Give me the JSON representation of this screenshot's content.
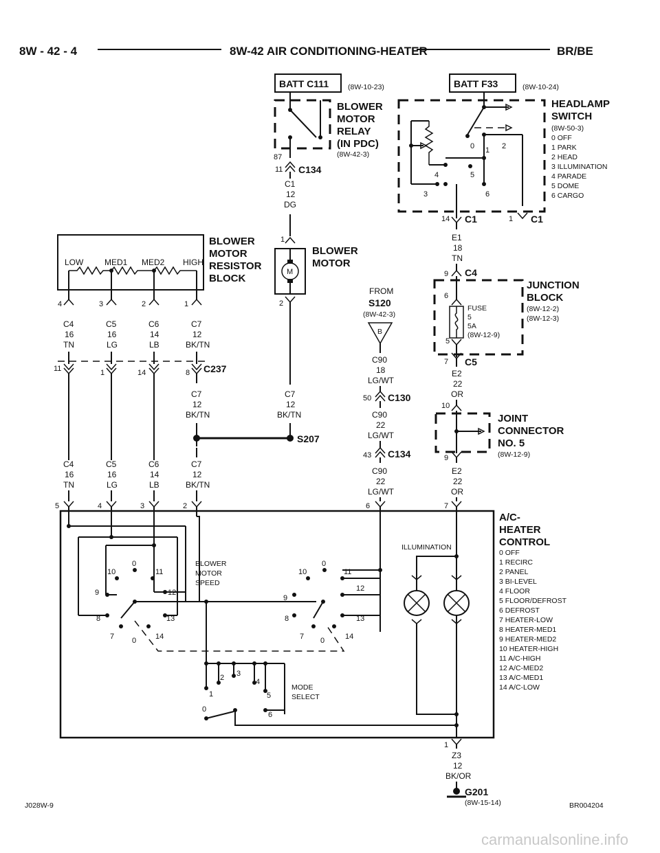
{
  "header": {
    "page": "8W - 42 - 4",
    "title": "8W-42 AIR CONDITIONING-HEATER",
    "model": "BR/BE"
  },
  "batt_c111": {
    "label": "BATT C111",
    "ref": "(8W-10-23)"
  },
  "batt_f33": {
    "label": "BATT F33",
    "ref": "(8W-10-24)"
  },
  "blower_relay": {
    "title_lines": [
      "BLOWER",
      "MOTOR",
      "RELAY",
      "(IN PDC)"
    ],
    "ref": "(8W-42-3)",
    "pin": "87",
    "pin2": "11",
    "connector": "C134"
  },
  "wire_c1": {
    "circuit": "C1",
    "gauge": "12",
    "color": "DG"
  },
  "headlamp_switch": {
    "title_lines": [
      "HEADLAMP",
      "SWITCH"
    ],
    "ref": "(8W-50-3)",
    "positions": [
      "0 OFF",
      "1 PARK",
      "2 HEAD",
      "3 ILLUMINATION",
      "4 PARADE",
      "5 DOME",
      "6 CARGO"
    ],
    "contact_labels": [
      "0",
      "1",
      "2",
      "4",
      "5",
      "3",
      "6"
    ],
    "pin_left": "14",
    "pin_right": "1",
    "connector": "C1"
  },
  "wire_e1": {
    "circuit": "E1",
    "gauge": "18",
    "color": "TN"
  },
  "junction_block": {
    "title_lines": [
      "JUNCTION",
      "BLOCK"
    ],
    "refs": [
      "(8W-12-2)",
      "(8W-12-3)"
    ],
    "pin_in": "9",
    "connector_in": "C4",
    "pin_fuse_top": "6",
    "pin_fuse_bottom": "5",
    "fuse_lines": [
      "FUSE",
      "5",
      "5A",
      "(8W-12-9)"
    ],
    "pin_out": "7",
    "connector_out": "C5"
  },
  "wire_e2_a": {
    "circuit": "E2",
    "gauge": "22",
    "color": "OR"
  },
  "joint_connector": {
    "title_lines": [
      "JOINT",
      "CONNECTOR",
      "NO. 5"
    ],
    "ref": "(8W-12-9)",
    "pin_top": "10",
    "pin_bottom": "9"
  },
  "wire_e2_b": {
    "circuit": "E2",
    "gauge": "22",
    "color": "OR"
  },
  "resistor_block": {
    "title_lines": [
      "BLOWER",
      "MOTOR",
      "RESISTOR",
      "BLOCK"
    ],
    "taps": [
      "LOW",
      "MED1",
      "MED2",
      "HIGH"
    ],
    "pins": [
      "4",
      "3",
      "2",
      "1"
    ]
  },
  "resistor_wires": [
    {
      "circuit": "C4",
      "gauge": "16",
      "color": "TN"
    },
    {
      "circuit": "C5",
      "gauge": "16",
      "color": "LG"
    },
    {
      "circuit": "C6",
      "gauge": "14",
      "color": "LB"
    },
    {
      "circuit": "C7",
      "gauge": "12",
      "color": "BK/TN"
    }
  ],
  "c237": {
    "connector": "C237",
    "pins": [
      "11",
      "1",
      "14",
      "8"
    ]
  },
  "wire_c7_mid": {
    "circuit": "C7",
    "gauge": "12",
    "color": "BK/TN"
  },
  "blower_motor": {
    "title_lines": [
      "BLOWER",
      "MOTOR"
    ],
    "symbol": "M",
    "pin_top": "1",
    "pin_bottom": "2"
  },
  "wire_c7_motor": {
    "circuit": "C7",
    "gauge": "12",
    "color": "BK/TN"
  },
  "splice": {
    "label": "S207"
  },
  "lower_wires": [
    {
      "circuit": "C4",
      "gauge": "16",
      "color": "TN"
    },
    {
      "circuit": "C5",
      "gauge": "16",
      "color": "LG"
    },
    {
      "circuit": "C6",
      "gauge": "14",
      "color": "LB"
    },
    {
      "circuit": "C7",
      "gauge": "12",
      "color": "BK/TN"
    }
  ],
  "s120": {
    "from": "FROM",
    "label": "S120",
    "ref": "(8W-42-3)",
    "symbol": "B"
  },
  "wire_c90_a": {
    "circuit": "C90",
    "gauge": "18",
    "color": "LG/WT"
  },
  "c130": {
    "pin": "50",
    "connector": "C130"
  },
  "wire_c90_b": {
    "circuit": "C90",
    "gauge": "22",
    "color": "LG/WT"
  },
  "c134_b": {
    "pin": "43",
    "connector": "C134"
  },
  "wire_c90_c": {
    "circuit": "C90",
    "gauge": "22",
    "color": "LG/WT"
  },
  "ac_control": {
    "title_lines": [
      "A/C-",
      "HEATER",
      "CONTROL"
    ],
    "positions": [
      "0  OFF",
      "1  RECIRC",
      "2  PANEL",
      "3  BI-LEVEL",
      "4  FLOOR",
      "5 FLOOR/DEFROST",
      "6  DEFROST",
      "7  HEATER-LOW",
      "8  HEATER-MED1",
      "9  HEATER-MED2",
      "10 HEATER-HIGH",
      "11 A/C-HIGH",
      "12 A/C-MED2",
      "13 A/C-MED1",
      "14 A/C-LOW"
    ],
    "top_pins": [
      "5",
      "4",
      "3",
      "2",
      "6",
      "7"
    ],
    "blower_speed_lines": [
      "BLOWER",
      "MOTOR",
      "SPEED"
    ],
    "left_contacts": [
      "0",
      "10",
      "11",
      "9",
      "12",
      "8",
      "13",
      "7",
      "0",
      "14"
    ],
    "right_contacts": [
      "0",
      "10",
      "11",
      "12",
      "9",
      "8",
      "13",
      "7",
      "0",
      "14"
    ],
    "illumination": "ILLUMINATION",
    "mode_select_lines": [
      "MODE",
      "SELECT"
    ],
    "mode_contacts": [
      "2",
      "3",
      "4",
      "1",
      "5",
      "0",
      "6"
    ],
    "ground_pin": "1"
  },
  "wire_z3": {
    "circuit": "Z3",
    "gauge": "12",
    "color": "BK/OR"
  },
  "ground": {
    "label": "G201",
    "ref": "(8W-15-14)"
  },
  "footer": {
    "left": "J028W-9",
    "right": "BR004204"
  },
  "watermark": "carmanualsonline.info"
}
